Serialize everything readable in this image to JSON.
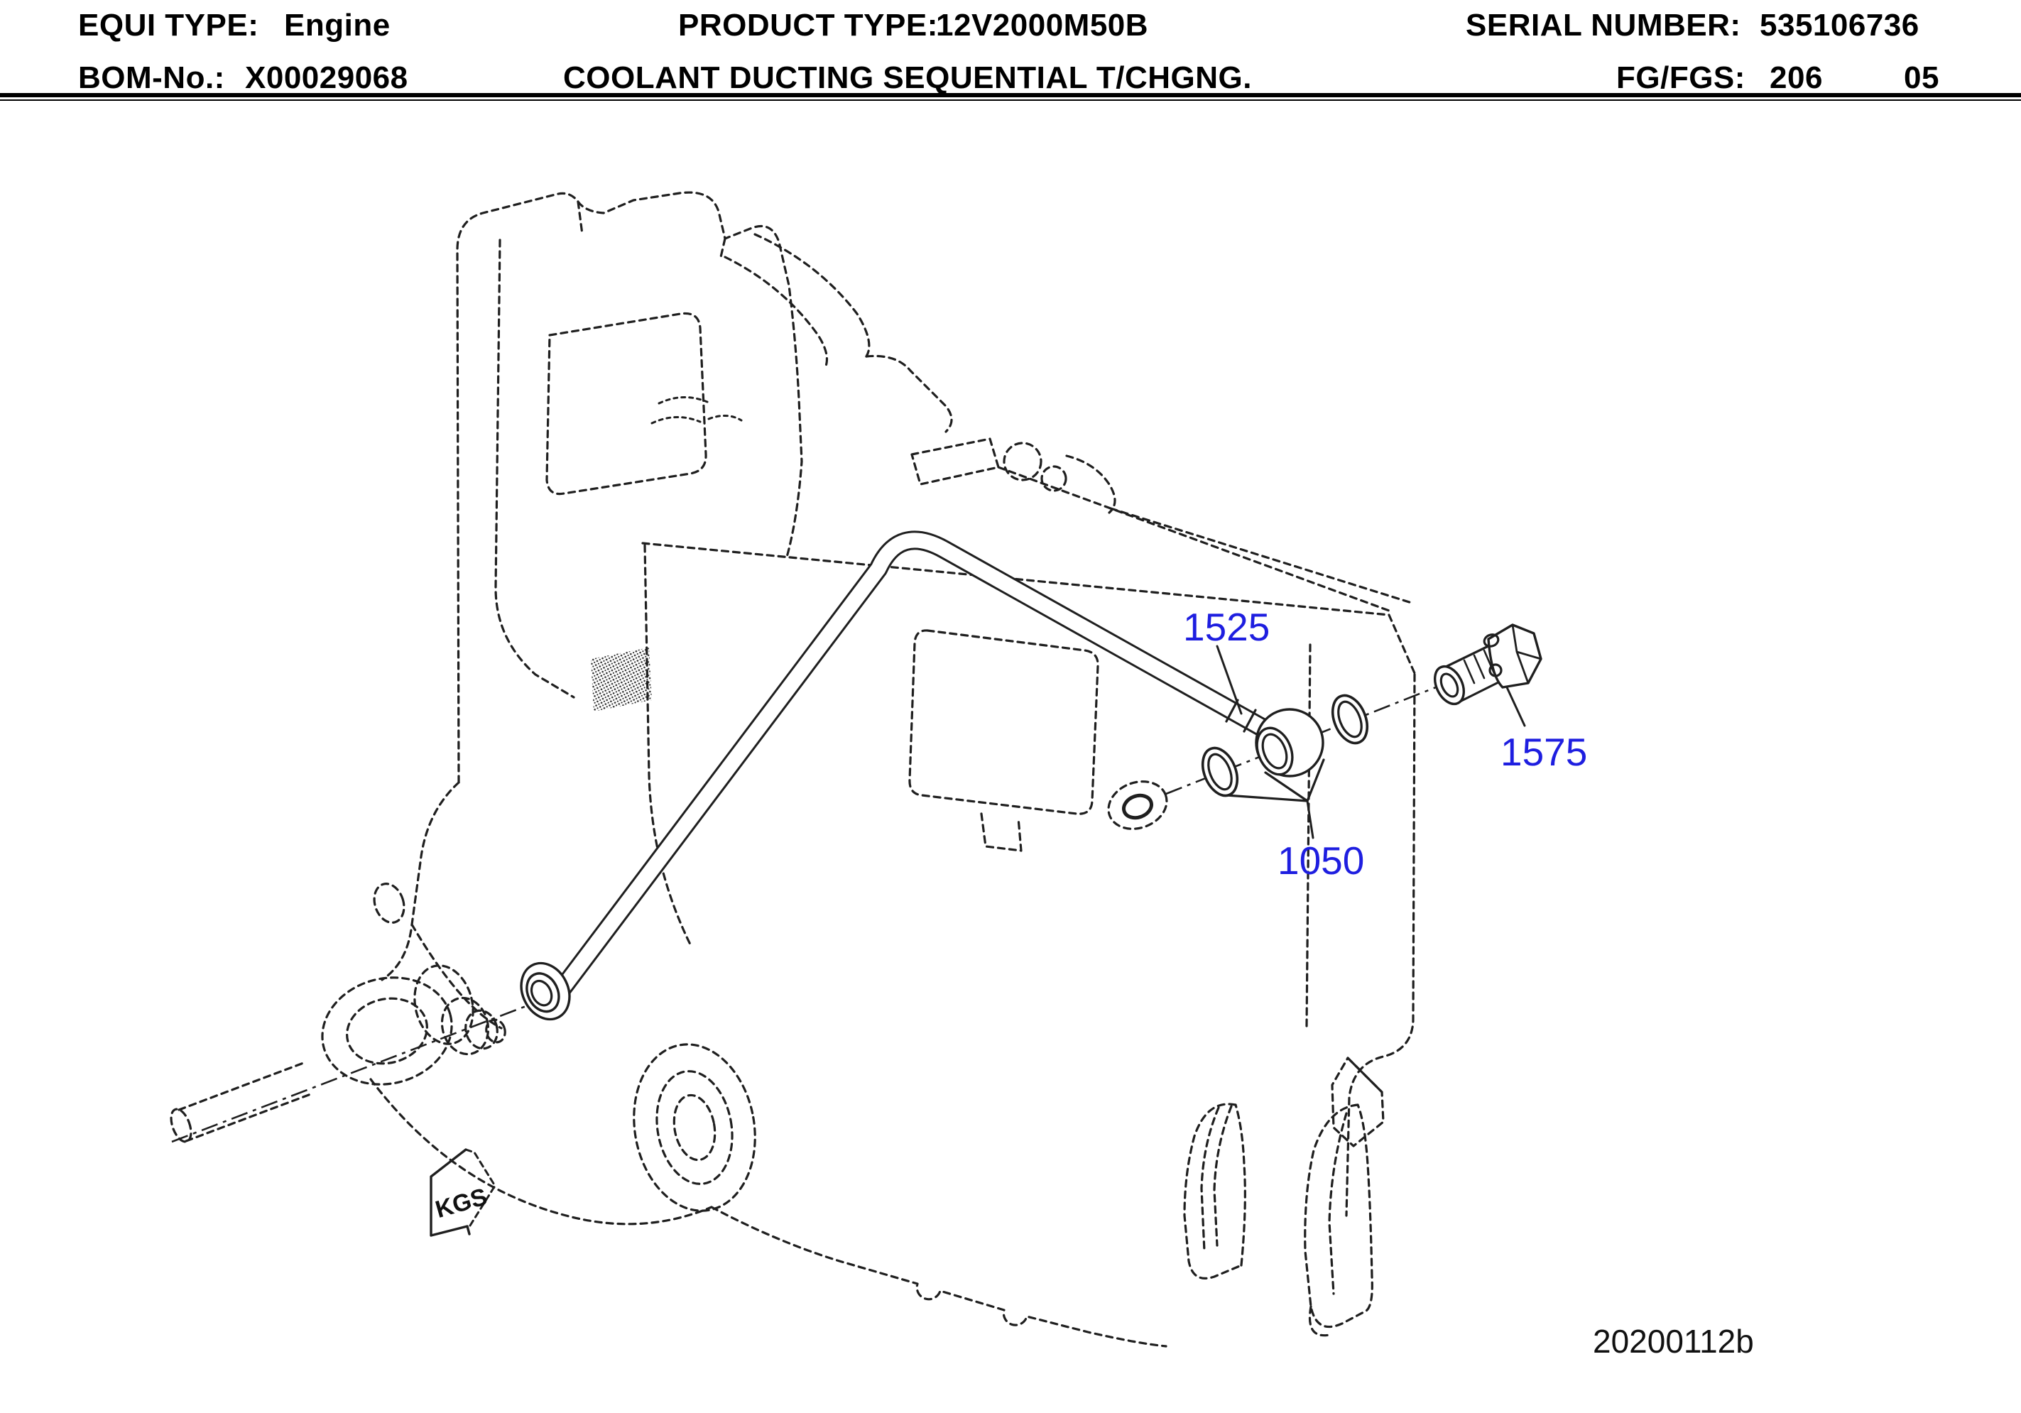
{
  "header": {
    "equi_label": "EQUI TYPE:",
    "equi_value": "Engine",
    "product_label": "PRODUCT TYPE:",
    "product_value": "12V2000M50B",
    "serial_label": "SERIAL NUMBER:",
    "serial_value": "535106736",
    "bom_label": "BOM-No.:",
    "bom_value": "X00029068",
    "title": "COOLANT DUCTING SEQUENTIAL T/CHGNG.",
    "fg_label": "FG/FGS:",
    "fg_value": "206",
    "fg_sheet": "05"
  },
  "diagram": {
    "callout_1525": "1525",
    "callout_1575": "1575",
    "callout_1050": "1050",
    "kgs_label": "KGS",
    "drawing_code": "20200112b"
  },
  "colors": {
    "callout_blue": "#1e1ee0",
    "line_black": "#1f1f1f",
    "background": "#ffffff"
  }
}
